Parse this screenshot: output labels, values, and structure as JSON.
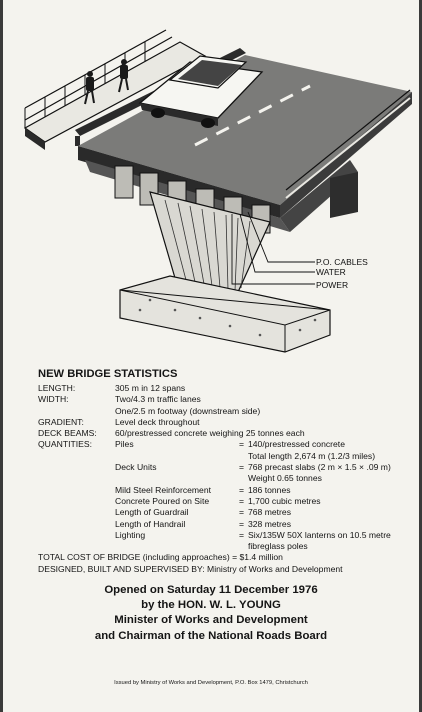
{
  "illustration": {
    "labels": {
      "cables": "P.O. CABLES",
      "water": "WATER",
      "power": "POWER"
    }
  },
  "stats": {
    "title": "NEW BRIDGE STATISTICS",
    "length_label": "LENGTH:",
    "length_value": "305 m in 12 spans",
    "width_label": "WIDTH:",
    "width_value_1": "Two/4.3 m traffic lanes",
    "width_value_2": "One/2.5 m footway (downstream side)",
    "gradient_label": "GRADIENT:",
    "gradient_value": "Level deck throughout",
    "deck_beams_label": "DECK BEAMS:",
    "deck_beams_value": "60/prestressed concrete weighing 25 tonnes each",
    "quantities_label": "QUANTITIES:",
    "piles_label": "Piles",
    "piles_value_1": "140/prestressed concrete",
    "piles_value_2": "Total length 2,674 m (1.2/3 miles)",
    "deck_units_label": "Deck Units",
    "deck_units_value_1": "768 precast slabs (2 m × 1.5 × .09 m)",
    "deck_units_value_2": "Weight 0.65 tonnes",
    "steel_label": "Mild Steel Reinforcement",
    "steel_value": "186 tonnes",
    "concrete_label": "Concrete Poured on Site",
    "concrete_value": "1,700 cubic metres",
    "guardrail_label": "Length of Guardrail",
    "guardrail_value": "768 metres",
    "handrail_label": "Length of Handrail",
    "handrail_value": "328 metres",
    "lighting_label": "Lighting",
    "lighting_value_1": "Six/135W 50X lanterns on 10.5 metre",
    "lighting_value_2": "fibreglass poles",
    "equals": "=",
    "total_cost": "TOTAL COST OF BRIDGE (including approaches) = $1.4 million",
    "designed_by": "DESIGNED, BUILT AND SUPERVISED BY: Ministry of Works and Development"
  },
  "opening": {
    "line1": "Opened on Saturday 11 December 1976",
    "line2": "by the HON. W. L. YOUNG",
    "line3": "Minister of Works and Development",
    "line4": "and Chairman of the National Roads Board"
  },
  "footer": {
    "issued": "Issued by Ministry of Works and Development, P.O. Box 1479, Christchurch"
  }
}
